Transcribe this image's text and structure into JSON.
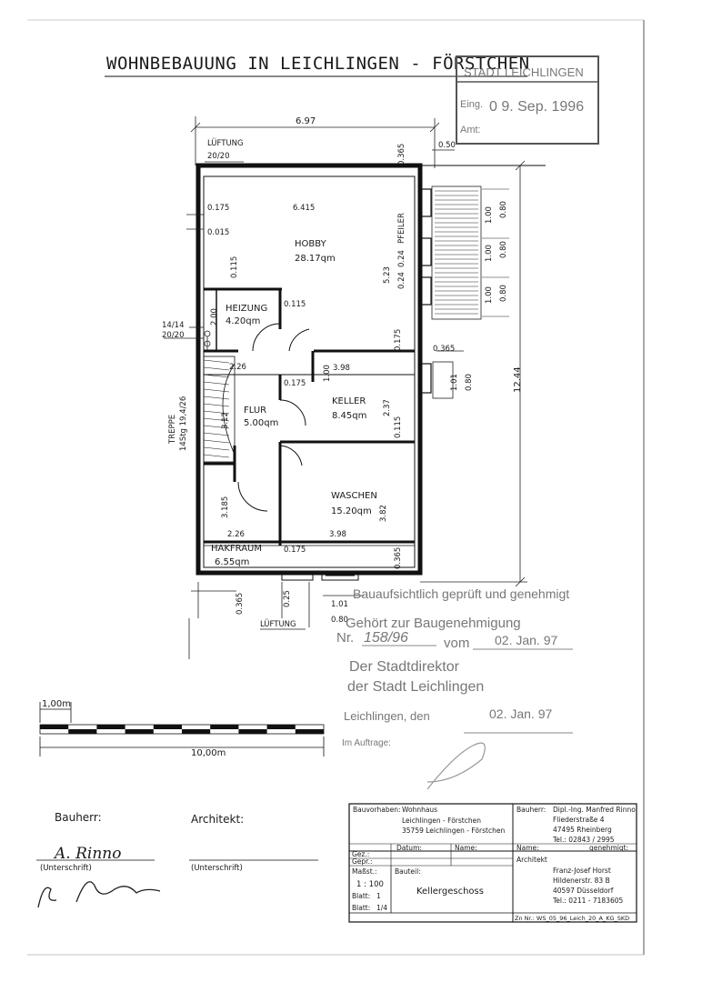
{
  "title": "WOHNBEBAUUNG IN LEICHLINGEN - FÖRSTCHEN",
  "received_stamp": {
    "authority": "STADT LEICHLINGEN",
    "eing_label": "Eing.",
    "date": "0 9. Sep. 1996",
    "amt_label": "Amt:"
  },
  "rooms": {
    "hobby": {
      "name": "HOBBY",
      "area": "28.17qm"
    },
    "heizung": {
      "name": "HEIZUNG",
      "area": "4.20qm"
    },
    "flur": {
      "name": "FLUR",
      "area": "5.00qm"
    },
    "keller": {
      "name": "KELLER",
      "area": "8.45qm"
    },
    "waschen": {
      "name": "WASCHEN",
      "area": "15.20qm"
    },
    "hakfraum": {
      "name": "HAKFRAUM",
      "area": "6.55qm"
    }
  },
  "labels": {
    "lueftung_top": "LÜFTUNG",
    "lueftung_top_size": "20/20",
    "lueftung_bottom": "LÜFTUNG",
    "pfeiler": "PFEILER",
    "treppe": "TREPPE",
    "treppe_spec": "14Stg 19,4/26",
    "vent_left": "14/14",
    "vent_left2": "20/20"
  },
  "dimensions": {
    "d697": "6.97",
    "d050": "0.50",
    "d0365a": "0.365",
    "d0175a": "0.175",
    "d6415": "6.415",
    "d0015": "0.015",
    "d024a": "0.24",
    "d024b": "0.24",
    "d523": "5.23",
    "d0115a": "0.115",
    "d0115b": "0.115",
    "d0115c": "0.115",
    "d200": "2.00",
    "d0175b": "0.175",
    "d0365b": "0.365",
    "d226a": "2.26",
    "d398a": "3.98",
    "d0175c": "0.175",
    "d100a": "1.00",
    "d237": "2.37",
    "d312": "3.12",
    "d3185": "3.185",
    "d382": "3.82",
    "d226b": "2.26",
    "d398b": "3.98",
    "d0175d": "0.175",
    "d0365c": "0.365",
    "d0365d": "0.365",
    "d025": "0.25",
    "d101a": "1.01",
    "d080a": "0.80",
    "d1244": "12.44",
    "d101b": "1.01",
    "d080b": "0.80",
    "w100a": "1.00",
    "w080a": "0.80",
    "w100b": "1.00",
    "w080b": "0.80",
    "w100c": "1.00",
    "w080c": "0.80"
  },
  "approval_stamp": {
    "line1": "Bauaufsichtlich geprüft und genehmigt",
    "line2": "Gehört zur Baugenehmigung",
    "nr_label": "Nr.",
    "nr_value": "158/96",
    "vom_label": "vom",
    "vom_date": "02. Jan. 97",
    "line4": "Der Stadtdirektor",
    "line5": "der Stadt Leichlingen",
    "place": "Leichlingen, den",
    "place_date": "02. Jan. 97",
    "im_auftrage": "Im Auftrage:"
  },
  "scale_bar": {
    "unit_label": "1,00m",
    "total_label": "10,00m"
  },
  "signatures": {
    "bauherr_label": "Bauherr:",
    "architekt_label": "Architekt:",
    "unterschrift1": "(Unterschrift)",
    "unterschrift2": "(Unterschrift)",
    "signature_name": "A. Rinno"
  },
  "title_block": {
    "bauvorhaben_label": "Bauvorhaben:",
    "bauvorhaben": [
      "Wohnhaus",
      "Leichlingen - Förstchen",
      "35759 Leichlingen - Förstchen"
    ],
    "bauherr_label": "Bauherr:",
    "bauherr": [
      "Dipl.-Ing. Manfred Rinno",
      "Fliederstraße 4",
      "47495 Rheinberg",
      "Tel.: 02843 / 2995"
    ],
    "gez_label": "Gez.:",
    "gepr_label": "Gepr.:",
    "datum_label": "Datum:",
    "name_label": "Name:",
    "name_label2": "Name:",
    "genehmigt_label": "genehmigt:",
    "massst_label": "Maßst.:",
    "massst": "1 : 100",
    "blatt_label": "Blatt:",
    "blatt": "1",
    "blatt2_label": "Blatt:",
    "blatt2": "1/4",
    "bauteil_label": "Bauteil:",
    "bauteil": "Kellergeschoss",
    "architekt_label": "Architekt",
    "architekt": [
      "Franz-Josef Horst",
      "Hildenerstr. 83 B",
      "40597 Düsseldorf",
      "Tel.: 0211 - 7183605"
    ],
    "zn_nr": "Zn Nr.: WS_05_96_Leich_20_A_KG_SKD"
  }
}
